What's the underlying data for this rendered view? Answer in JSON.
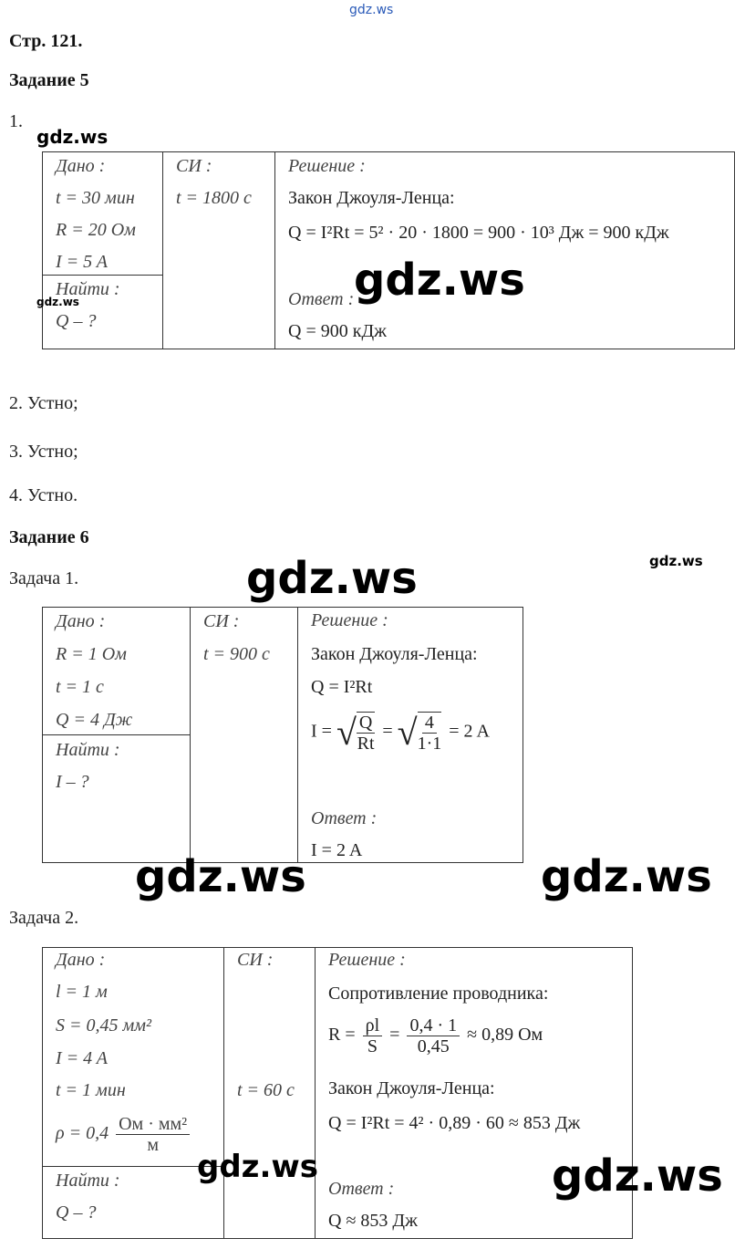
{
  "watermarks": {
    "top": "gdz.ws",
    "text": "gdz.ws"
  },
  "header": {
    "page": "Стр. 121.",
    "task5": "Задание 5",
    "item1": "1."
  },
  "t1": {
    "given_label": "Дано :",
    "given": [
      "t = 30 мин",
      "R = 20 Ом",
      "I = 5 A"
    ],
    "find_label": "Найти :",
    "find": "Q – ?",
    "si_label": "СИ :",
    "si": "t = 1800 с",
    "sol_label": "Решение :",
    "law": "Закон Джоуля-Ленца:",
    "formula": "Q = I²Rt = 5² · 20 · 1800 = 900 · 10³ Дж = 900 кДж",
    "answer_label": "Ответ :",
    "answer": "Q = 900 кДж"
  },
  "items": [
    "2. Устно;",
    "3. Устно;",
    "4. Устно."
  ],
  "task6": "Задание 6",
  "z1": {
    "title": "Задача 1.",
    "given_label": "Дано :",
    "given": [
      "R = 1 Ом",
      "t = 1 с",
      "Q = 4 Дж"
    ],
    "find_label": "Найти :",
    "find": "I – ?",
    "si_label": "СИ :",
    "si": "t = 900 с",
    "sol_label": "Решение :",
    "law": "Закон Джоуля-Ленца:",
    "f1": "Q = I²Rt",
    "f2": {
      "lhs": "I =",
      "n1": "Q",
      "d1": "Rt",
      "eq": "=",
      "n2": "4",
      "d2": "1·1",
      "rhs": "= 2 A"
    },
    "answer_label": "Ответ :",
    "answer": "I = 2 A"
  },
  "z2": {
    "title": "Задача 2.",
    "given_label": "Дано :",
    "given": [
      "l = 1 м",
      "S = 0,45 мм²",
      "I = 4 A",
      "t = 1 мин"
    ],
    "rho": {
      "lhs": "ρ = 0,4",
      "num": "Ом · мм²",
      "den": "м"
    },
    "find_label": "Найти :",
    "find": "Q – ?",
    "si_label": "СИ :",
    "si": "t = 60 с",
    "sol_label": "Решение :",
    "res_label": "Сопротивление проводника:",
    "rf": {
      "lhs": "R =",
      "n1": "ρl",
      "d1": "S",
      "eq": "=",
      "n2": "0,4 · 1",
      "d2": "0,45",
      "rhs": "≈ 0,89 Ом"
    },
    "law": "Закон Джоуля-Ленца:",
    "formula": "Q = I²Rt = 4² · 0,89 · 60 ≈ 853 Дж",
    "answer_label": "Ответ :",
    "answer": "Q ≈ 853 Дж"
  }
}
